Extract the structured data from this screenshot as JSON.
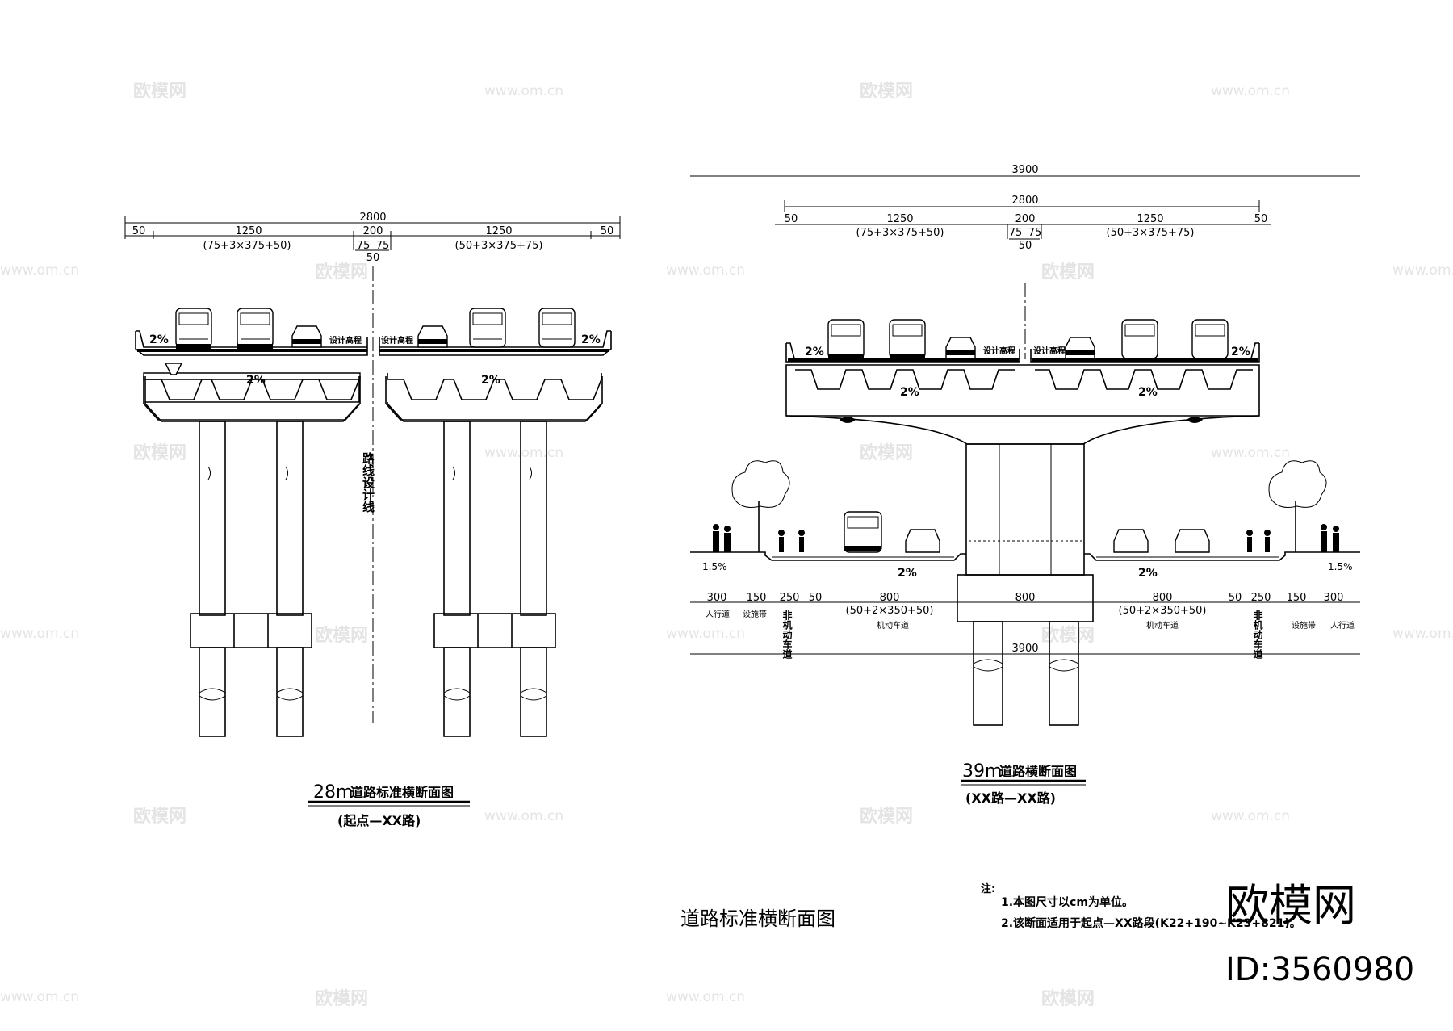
{
  "watermarks": {
    "brand": "欧模网",
    "site": "www.om.cn"
  },
  "brand": {
    "logo_text": "欧模网",
    "id_label": "ID:3560980"
  },
  "sheet_title": "道路标准横断面图",
  "left": {
    "total": "2800",
    "dims": [
      "50",
      "1250",
      "200",
      "1250",
      "50"
    ],
    "sub_left": "(75+3×375+50)",
    "sub_mid_a": "75",
    "sub_mid_b": "75",
    "sub_mid_c": "50",
    "sub_right": "(50+3×375+75)",
    "slope_deck": "2%",
    "slope_girder": "2%",
    "design_elev": "设计高程",
    "center_line": "路线设计线",
    "title_num": "28m",
    "title_text": "道路标准横断面图",
    "subtitle": "(起点—XX路)"
  },
  "right": {
    "total_top": "3900",
    "total_2800": "2800",
    "dims": [
      "50",
      "1250",
      "200",
      "1250",
      "50"
    ],
    "sub_left": "(75+3×375+50)",
    "sub_mid_a": "75",
    "sub_mid_b": "75",
    "sub_mid_c": "50",
    "sub_right": "(50+3×375+75)",
    "slope_deck": "2%",
    "slope_girder": "2%",
    "design_elev": "设计高程",
    "ground_slope_side": "1.5%",
    "ground_slope_lane": "2%",
    "ground_dims": [
      "300",
      "150",
      "250",
      "50",
      "800",
      "800",
      "800",
      "50",
      "250",
      "150",
      "300"
    ],
    "lane_sub": "(50+2×350+50)",
    "lab_sidewalk": "人行道",
    "lab_facility": "设施带",
    "lab_nonmotor": "非机动车道",
    "lab_motor": "机动车道",
    "total_bottom": "3900",
    "title_num": "39m",
    "title_text": "道路横断面图",
    "subtitle": "(XX路—XX路)"
  },
  "notes": {
    "heading": "注:",
    "n1": "1.本图尺寸以cm为单位。",
    "n2": "2.该断面适用于起点—XX路段(K22+190~K23+821)。"
  }
}
